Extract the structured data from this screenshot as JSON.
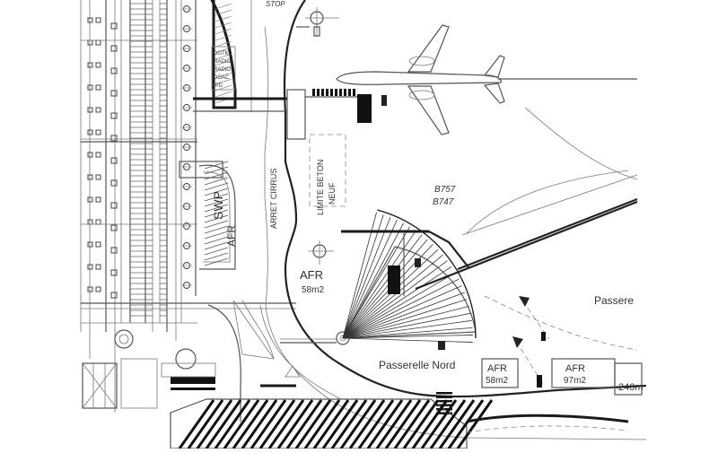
{
  "labels": {
    "stop": "STOP",
    "swp": "SWP",
    "afr_vertical": "AFR",
    "arret_cirrus": "ARRET CIRRUS",
    "limite_beton": "LIMITE BETON",
    "neuf": "NEUF",
    "aircraft_1": "B757",
    "aircraft_2": "B747",
    "afr_apron": "AFR",
    "afr_apron_area": "58m2",
    "passerelle_nord": "Passerelle Nord",
    "afr_box_1": "AFR",
    "afr_box_1_area": "58m2",
    "afr_box_2": "AFR",
    "afr_box_2_area": "97m2",
    "box_3_area": "240m",
    "passerelle_right": "Passere"
  },
  "legend_box": [
    "DGTK",
    "RADIO",
    "RADIO",
    "DGAC",
    "IPD"
  ],
  "colors": {
    "ink": "#222222",
    "paper": "#ffffff",
    "grey": "#777777"
  }
}
